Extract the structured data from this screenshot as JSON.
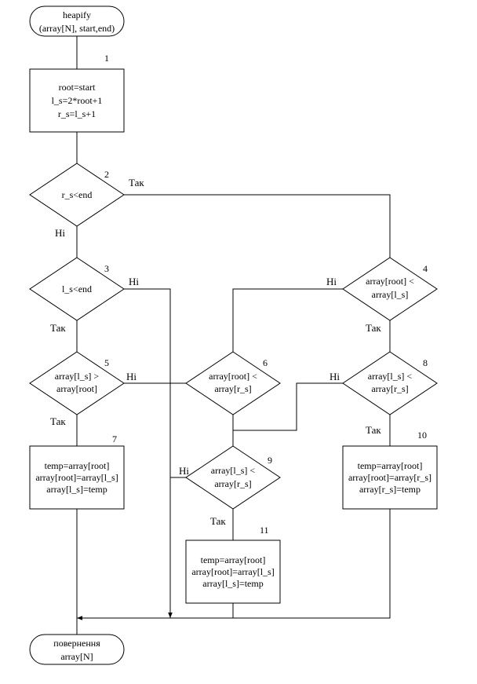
{
  "nodes": {
    "start": {
      "lines": [
        "heapify",
        "(array[N], start,end)"
      ]
    },
    "b1": {
      "num": "1",
      "lines": [
        "root=start",
        "l_s=2*root+1",
        "r_s=l_s+1"
      ]
    },
    "d2": {
      "num": "2",
      "lines": [
        "r_s<end"
      ]
    },
    "d3": {
      "num": "3",
      "lines": [
        "l_s<end"
      ]
    },
    "d4": {
      "num": "4",
      "lines": [
        "array[root] <",
        "array[l_s]"
      ]
    },
    "d5": {
      "num": "5",
      "lines": [
        "array[l_s] >",
        "array[root]"
      ]
    },
    "d6": {
      "num": "6",
      "lines": [
        "array[root] <",
        "array[r_s]"
      ]
    },
    "d8": {
      "num": "8",
      "lines": [
        "array[l_s] <",
        "array[r_s]"
      ]
    },
    "b7": {
      "num": "7",
      "lines": [
        "temp=array[root]",
        "array[root]=array[l_s]",
        "array[l_s]=temp"
      ]
    },
    "d9": {
      "num": "9",
      "lines": [
        "array[l_s] <",
        "array[r_s]"
      ]
    },
    "b10": {
      "num": "10",
      "lines": [
        "temp=array[root]",
        "array[root]=array[r_s]",
        "array[r_s]=temp"
      ]
    },
    "b11": {
      "num": "11",
      "lines": [
        "temp=array[root]",
        "array[root]=array[l_s]",
        "array[l_s]=temp"
      ]
    },
    "end": {
      "lines": [
        "повернення",
        "array[N]"
      ]
    }
  },
  "labels": {
    "d2_yes": "Так",
    "d2_no": "Ні",
    "d3_no": "Ні",
    "d3_yes": "Так",
    "d4_no": "Ні",
    "d4_yes": "Так",
    "d5_no": "Ні",
    "d5_yes": "Так",
    "d8_no": "Ні",
    "d8_yes": "Так",
    "d9_no": "Ні",
    "d9_yes": "Так"
  }
}
